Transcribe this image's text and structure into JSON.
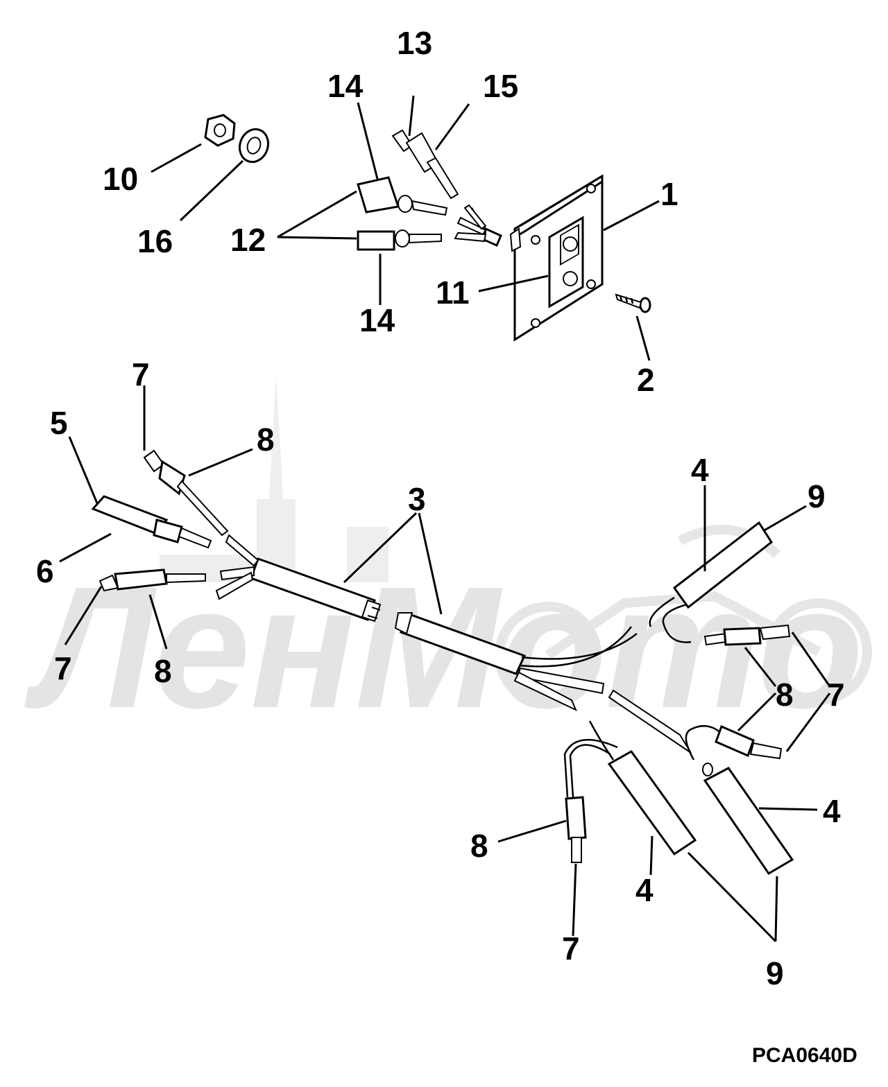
{
  "diagram": {
    "callouts": {
      "c1": "1",
      "c2": "2",
      "c3": "3",
      "c4": "4",
      "c5": "5",
      "c6": "6",
      "c7": "7",
      "c8": "8",
      "c9": "9",
      "c10": "10",
      "c11": "11",
      "c12": "12",
      "c13": "13",
      "c14": "14",
      "c15": "15",
      "c16": "16"
    },
    "drawing_code": "PCA0640D"
  },
  "watermark": {
    "text": "ЛенМото"
  },
  "colors": {
    "ink": "#000000",
    "paper": "#ffffff",
    "watermark": "#e4e4e4"
  }
}
